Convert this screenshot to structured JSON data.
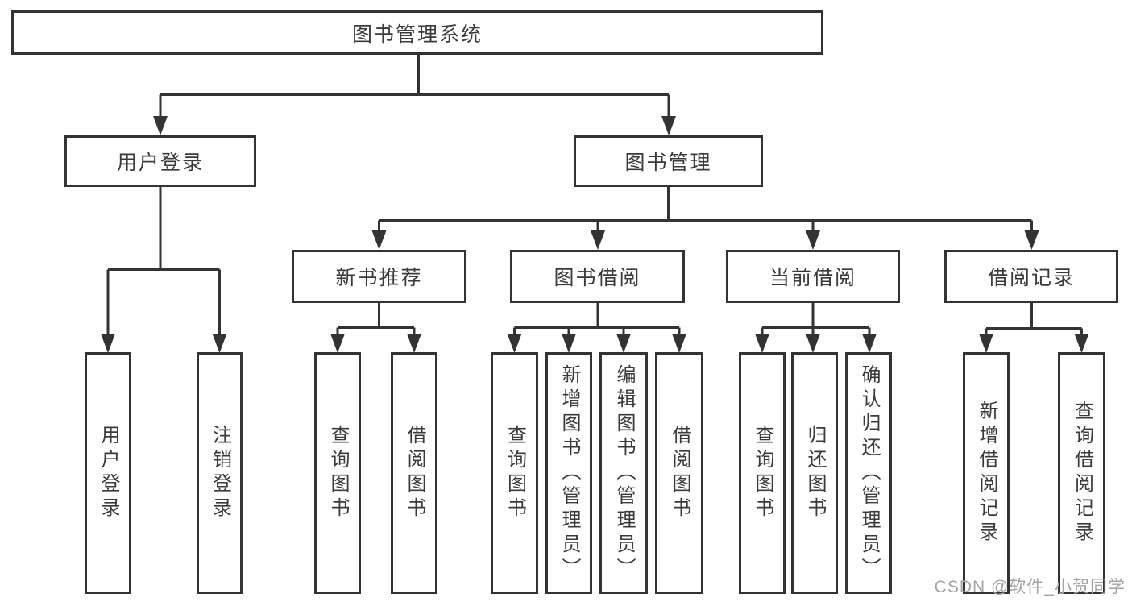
{
  "diagram": {
    "root": "图书管理系统",
    "watermark": "CSDN @软件_小贺同学",
    "level2": [
      {
        "label": "用户登录",
        "children": [
          "用户登录",
          "注销登录"
        ]
      },
      {
        "label": "图书管理"
      }
    ],
    "level3": [
      {
        "label": "新书推荐",
        "children": [
          "查询图书",
          "借阅图书"
        ]
      },
      {
        "label": "图书借阅",
        "children": [
          "查询图书",
          "新增图书（管理员）",
          "编辑图书（管理员）",
          "借阅图书"
        ]
      },
      {
        "label": "当前借阅",
        "children": [
          "查询图书",
          "归还图书",
          "确认归还（管理员）"
        ]
      },
      {
        "label": "借阅记录",
        "children": [
          "新增借阅记录",
          "查询借阅记录"
        ]
      }
    ]
  }
}
